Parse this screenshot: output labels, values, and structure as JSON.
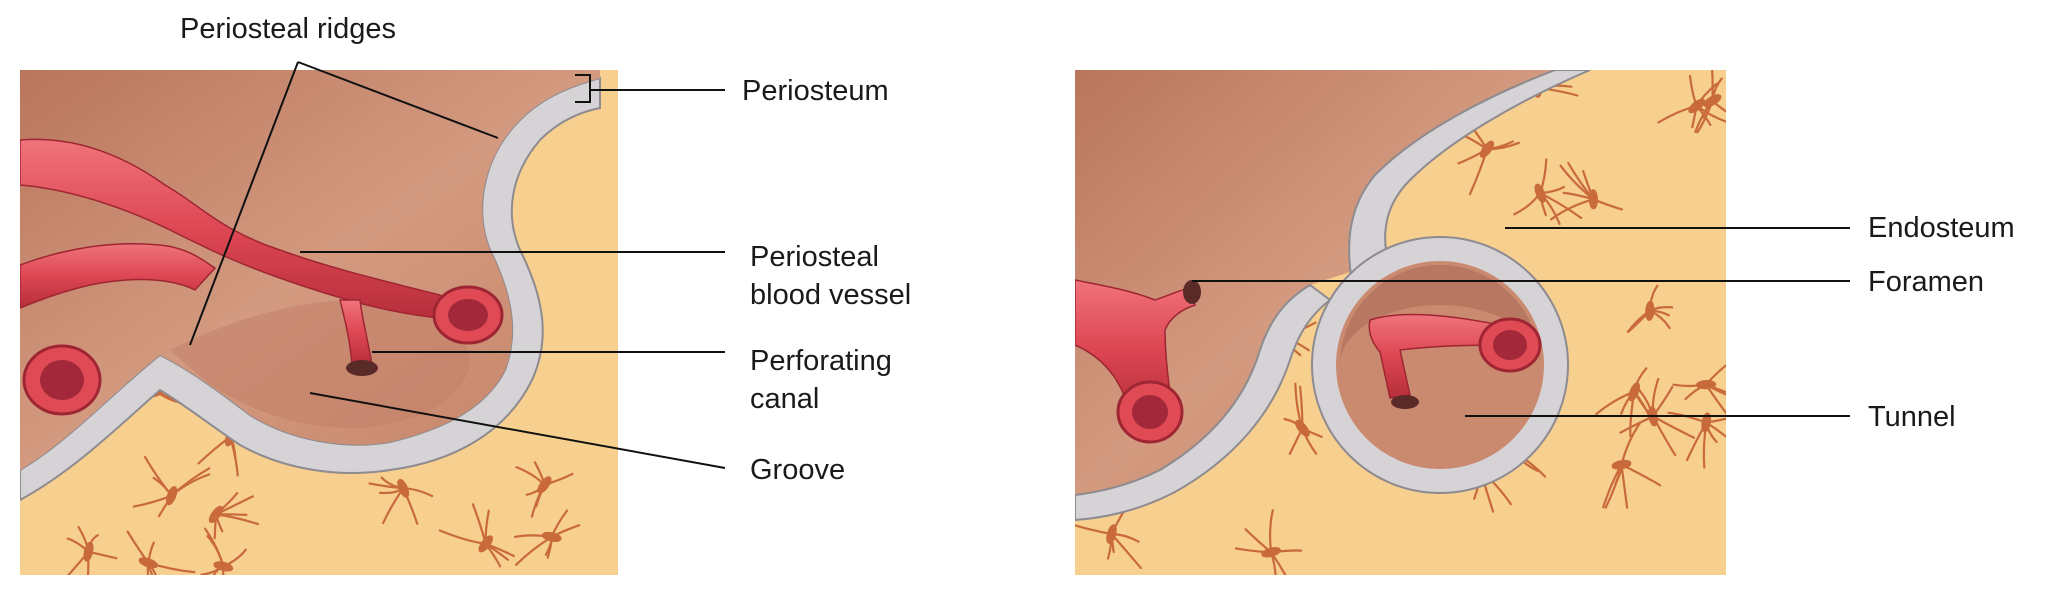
{
  "colors": {
    "bone_matrix": "#f7cf8f",
    "canaliculi": "#c96a3c",
    "cortex_surface": "#c8876a",
    "periosteum": "#d6d3d6",
    "vessel": "#e04a55",
    "vessel_dark": "#b02c38",
    "leader_line": "#111111"
  },
  "icons": [
    "bone-tissue-illustration",
    "blood-vessel-illustration"
  ],
  "left_panel": {
    "labels": {
      "periosteal_ridges": "Periosteal ridges",
      "periosteum": "Periosteum",
      "periosteal_blood_vessel_1": "Periosteal",
      "periosteal_blood_vessel_2": "blood vessel",
      "perforating_canal_1": "Perforating",
      "perforating_canal_2": "canal",
      "groove": "Groove"
    }
  },
  "right_panel": {
    "labels": {
      "endosteum": "Endosteum",
      "foramen": "Foramen",
      "tunnel": "Tunnel"
    }
  }
}
